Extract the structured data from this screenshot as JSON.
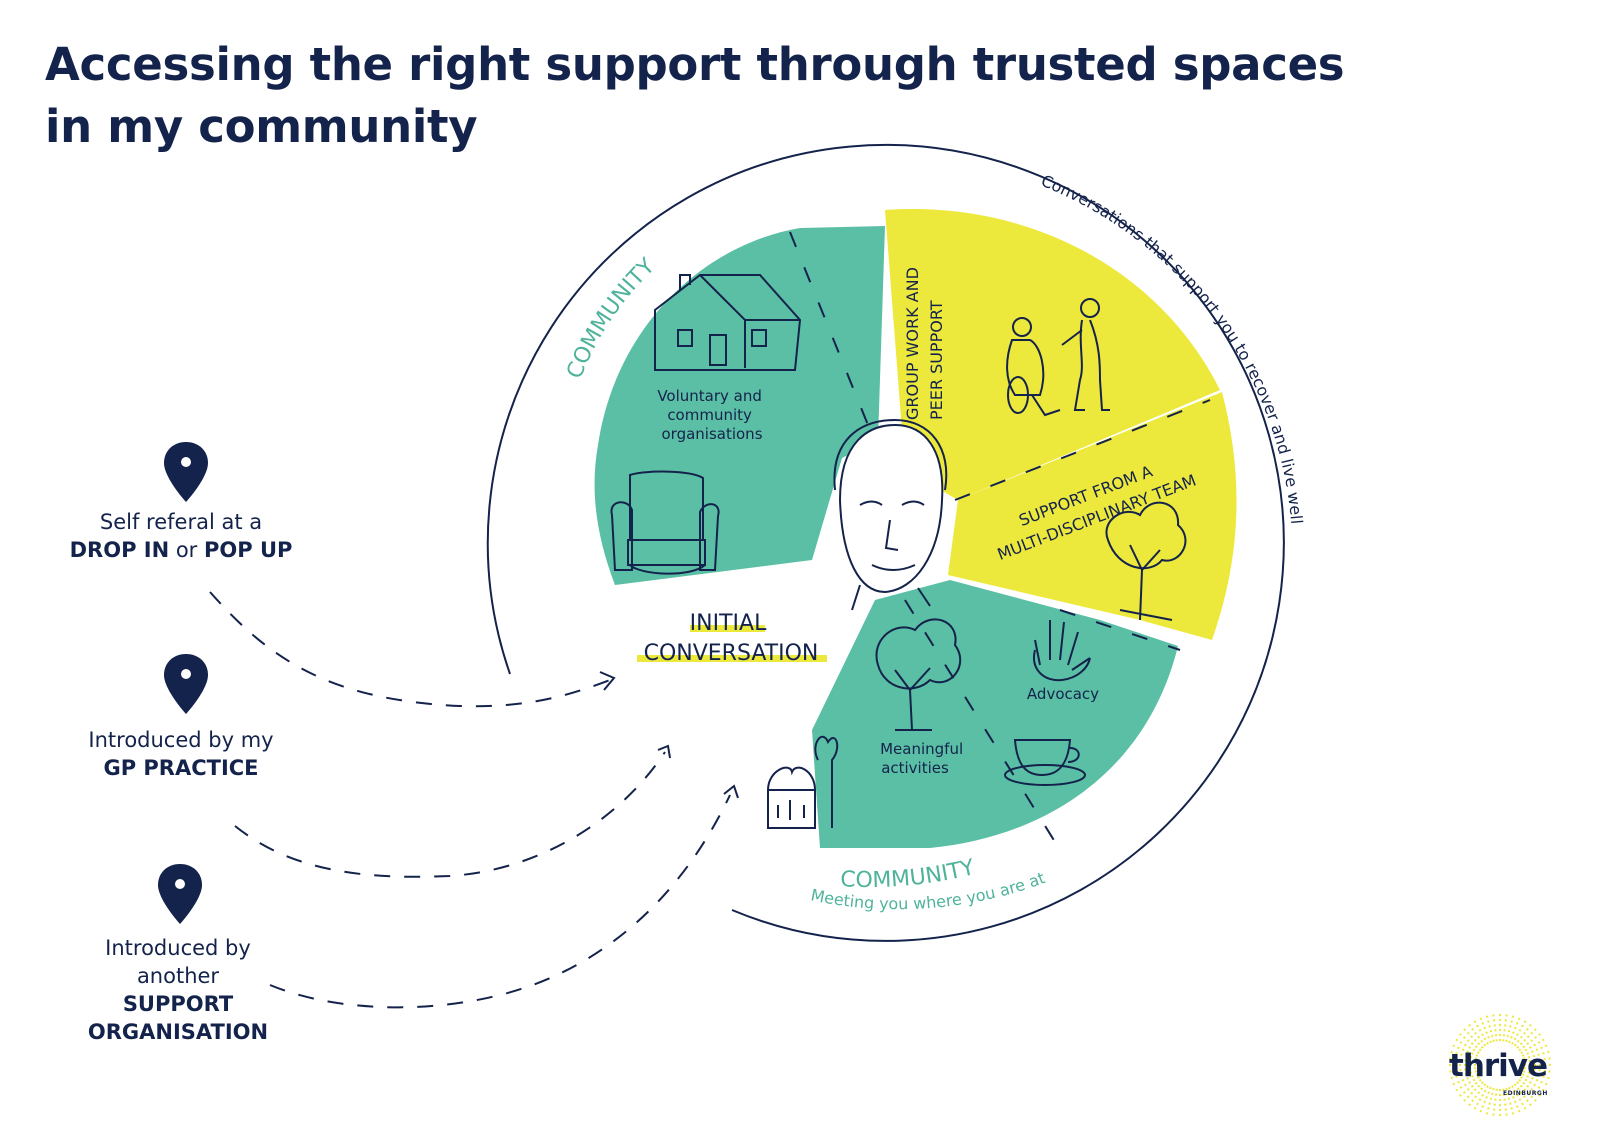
{
  "page": {
    "title": "Accessing the right support through trusted spaces in my community"
  },
  "entry_points": [
    {
      "pre": "Self referal at a",
      "b1": "DROP IN",
      "mid": " or ",
      "b2": "POP UP"
    },
    {
      "pre": "Introduced by my",
      "b1": "GP PRACTICE"
    },
    {
      "pre": "Introduced by another",
      "b1": "SUPPORT ORGANISATION"
    }
  ],
  "diagram": {
    "center_line1": "INITIAL",
    "center_line2": "CONVERSATION",
    "community_top": "COMMUNITY",
    "community_bottom": "COMMUNITY",
    "meeting": "Meeting you where you are at",
    "outer_ring": "Conversations that support you to recover and live well",
    "voluntary_line1": "Voluntary and",
    "voluntary_line2": "community",
    "voluntary_line3": "organisations",
    "group_line1": "GROUP WORK AND",
    "group_line2": "PEER SUPPORT",
    "mdt_line1": "SUPPORT FROM A",
    "mdt_line2": "MULTI-DISCIPLINARY TEAM",
    "advocacy": "Advocacy",
    "activities_line1": "Meaningful",
    "activities_line2": "activities"
  },
  "logo": {
    "word": "thrive",
    "sub": "EDINBURGH"
  },
  "colors": {
    "navy": "#14234b",
    "teal": "#5bbfa6",
    "yellow": "#ede83c",
    "teal_text": "#4fb39b"
  }
}
